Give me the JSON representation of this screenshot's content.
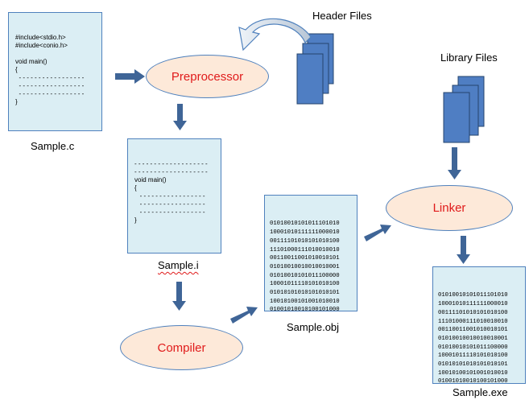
{
  "source_file": {
    "lines": [
      "#include<stdio.h>",
      "#include<conio.h>",
      "",
      "void main()",
      "{",
      "  - - - - - - - - - - - - - - - - -",
      "  - - - - - - - - - - - - - - - - -",
      "  - - - - - - - - - - - - - - - - -",
      "}"
    ],
    "caption": "Sample.c"
  },
  "preprocessor": {
    "label": "Preprocessor"
  },
  "header_files": {
    "caption": "Header Files"
  },
  "library_files": {
    "caption": "Library Files"
  },
  "preprocessed_file": {
    "lines": [
      "- - - - - - - - - - - - - - - - - - -",
      "- - - - - - - - - - - - - - - - - - -",
      "void main()",
      "{",
      "   - - - - - - - - - - - - - - - - -",
      "   - - - - - - - - - - - - - - - - -",
      "   - - - - - - - - - - - - - - - - -",
      "}"
    ],
    "caption": "Sample.i"
  },
  "compiler": {
    "label": "Compiler"
  },
  "object_file": {
    "lines": [
      "01010010101011101010",
      "10001010111111000010",
      "00111101010101010100",
      "11101000111010010010",
      "00110011001010010101",
      "01010010010010010001",
      "01010010101011100000",
      "10001011110101010100",
      "01010101010101010101",
      "10010100101001010010",
      "01001010010100101000"
    ],
    "caption": "Sample.obj"
  },
  "linker": {
    "label": "Linker"
  },
  "executable_file": {
    "lines": [
      "01010010101011101010",
      "10001010111111000010",
      "00111101010101010100",
      "11101000111010010010",
      "00110011001010010101",
      "01010010010010010001",
      "01010010101011100000",
      "10001011110101010100",
      "01010101010101010101",
      "10010100101001010010",
      "01001010010100101000"
    ],
    "caption": "Sample.exe"
  },
  "colors": {
    "document_fill": "#dbeef4",
    "ellipse_fill": "#fde9d9",
    "border": "#4f81bd",
    "arrow": "#3f6597",
    "stack_fill": "#4f7ec3",
    "label_red": "#e01b1b"
  }
}
